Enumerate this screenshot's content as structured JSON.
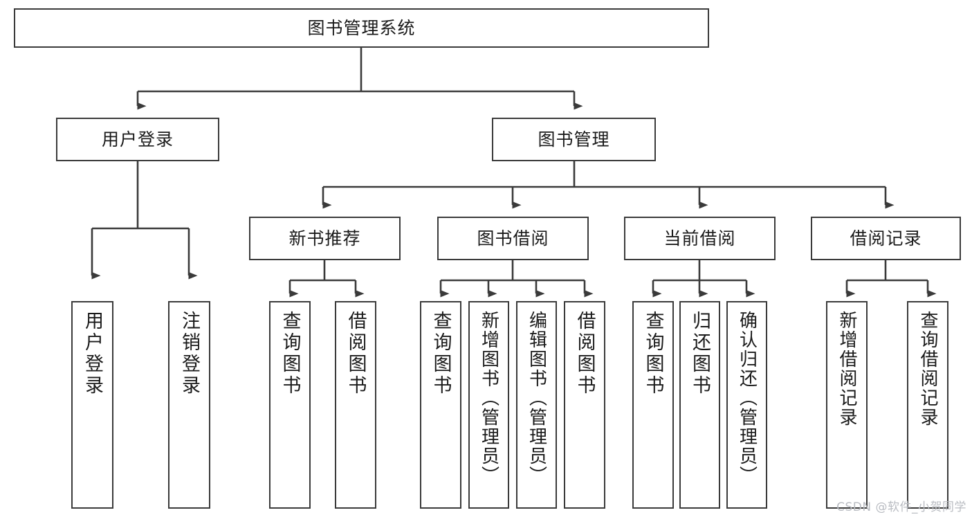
{
  "diagram": {
    "title": "图书管理系统",
    "type": "tree-hierarchy",
    "root": {
      "label": "图书管理系统"
    },
    "level1": [
      {
        "label": "用户登录"
      },
      {
        "label": "图书管理"
      }
    ],
    "level2": [
      {
        "label": "新书推荐"
      },
      {
        "label": "图书借阅"
      },
      {
        "label": "当前借阅"
      },
      {
        "label": "借阅记录"
      }
    ],
    "leaves": {
      "user_login": [
        {
          "label": "用户登录"
        },
        {
          "label": "注销登录"
        }
      ],
      "new_book_recommend": [
        {
          "label": "查询图书"
        },
        {
          "label": "借阅图书"
        }
      ],
      "book_borrow": [
        {
          "label": "查询图书"
        },
        {
          "label": "新增图书（管理员）"
        },
        {
          "label": "编辑图书（管理员）"
        },
        {
          "label": "借阅图书"
        }
      ],
      "current_borrow": [
        {
          "label": "查询图书"
        },
        {
          "label": "归还图书"
        },
        {
          "label": "确认归还（管理员）"
        }
      ],
      "borrow_record": [
        {
          "label": "新增借阅记录"
        },
        {
          "label": "查询借阅记录"
        }
      ]
    }
  },
  "watermark": {
    "text": "CSDN @软件_小贺同学"
  },
  "colors": {
    "stroke": "#3a3a3a",
    "background": "#ffffff",
    "text": "#1a1a1a",
    "watermark": "#b9bcc2"
  }
}
